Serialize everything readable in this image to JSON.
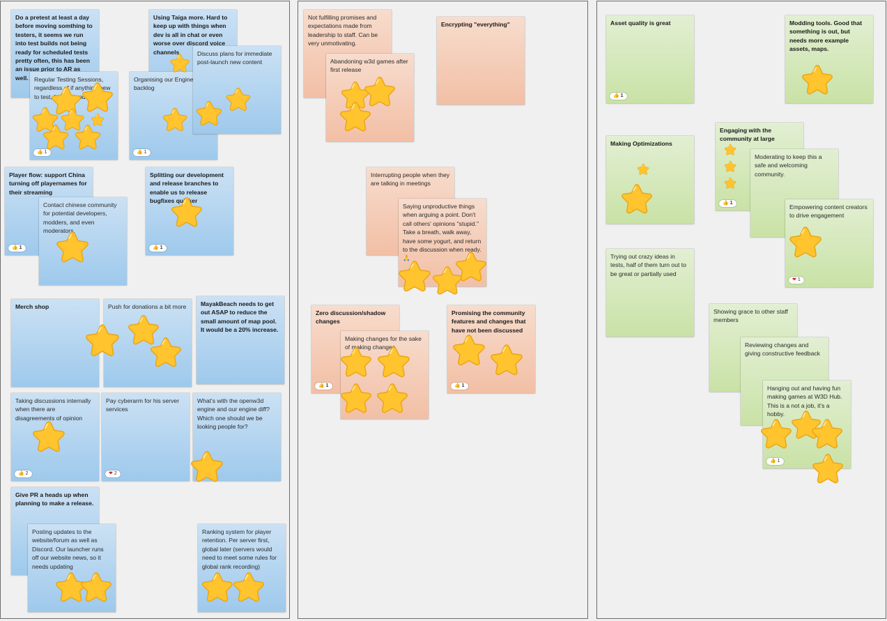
{
  "colors": {
    "star_fill": "#ffc42e",
    "star_edge": "#e9a516",
    "blue": "#a8cdee",
    "orange": "#f4c6ae",
    "green": "#d1e6b3",
    "heart": "#d8232a"
  },
  "reactions": {
    "thumbs_icon": "👍",
    "heart_icon": "❤"
  },
  "notes": {
    "b1": "Do a pretest at least a day before moving somthing to testers, it seems we run into test builds not being ready for scheduled tests pretty often, this has been an issue prior to AR as well.",
    "b2": "Regular Testing Sessions, regardless of if anything new to test, for test mods",
    "b2_count": "1",
    "b3": "Using Taiga more. Hard to keep up with things when dev is all in chat or even worse over discord voice channels",
    "b4": "Discuss plans for immediate post-launch new content",
    "b5": "Organising our Engine backlog",
    "b5_count": "1",
    "b6": "Player flow: support China turning off playernames for their streaming",
    "b6_count": "1",
    "b7": "Contact chinese community for potential developers, modders, and even moderators.",
    "b8": "Splitting our development and release branches to enable us to release bugfixes quicker",
    "b8_count": "1",
    "b9": "Merch shop",
    "b10": "Push for donations a bit more",
    "b11": "MayakBeach needs to get out ASAP to reduce the small amount of map pool. It would be a 20% increase.",
    "b12": "Taking discussions internally when there are disagreements of opinion",
    "b12_count": "2",
    "b13": "Pay cyberarm for his server services",
    "b13_count": "2",
    "b14": "What's with the openw3d engine and our engine diff? Which one should we be looking people for?",
    "b15": "Give PR a heads up when planning to make a release.",
    "b16": "Posting updates to the website/forum as well as Discord. Our launcher runs off our website news, so it needs updating",
    "b17": "Ranking system for player retention. Per server first, global later (servers would need to meet some rules for global rank recording)",
    "o1": "Not fulfilling promises and expectations made from leadership to staff. Can be very unmotivating.",
    "o2": "Abandoning w3d games after first release",
    "o3": "Encrypting \"everything\"",
    "o4": "Interrupting people when they are talking in meetings",
    "o5": "Saying unproductive things when arguing a point. Don't call others' opinions \"stupid.\" Take a breath, walk away, have some yogurt, and return to the discussion when ready. 🙏",
    "o6": "Zero discussion/shadow changes",
    "o6_count": "1",
    "o7": "Making changes for the sake of making changes.",
    "o8": "Promising the community features and changes that have not been discussed",
    "o8_count": "1",
    "g1": "Asset quality is great",
    "g1_count": "1",
    "g2": "Modding tools. Good that something is out, but needs more example assets, maps.",
    "g3": "Making Optimizations",
    "g4": "Engaging with the community at large",
    "g4_count": "1",
    "g5": "Moderating to keep this a safe and welcoming community.",
    "g6": "Empowering content creators to drive engagement",
    "g6_count": "1",
    "g7": "Trying out crazy ideas in tests, half of them turn out to be great or partially used",
    "g8": "Showing grace to other staff members",
    "g9": "Reviewing changes and giving constructive feedback",
    "g10": "Hanging out and having fun making games at W3D Hub. This is a not a job, it's a hobby.",
    "g10_count": "1"
  }
}
